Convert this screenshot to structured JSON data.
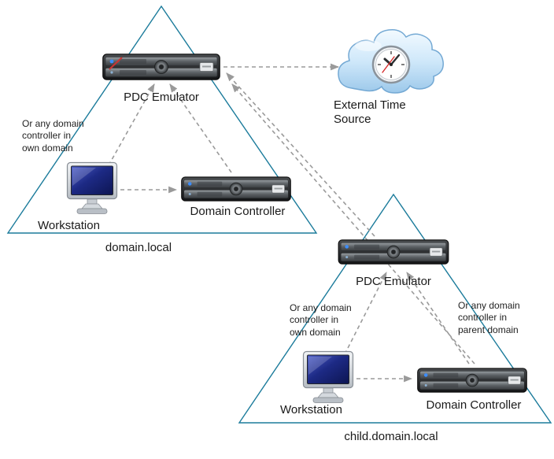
{
  "diagram": {
    "parent_domain": {
      "name": "domain.local",
      "pdc": {
        "label": "PDC Emulator"
      },
      "dc": {
        "label": "Domain Controller"
      },
      "workstation": {
        "label": "Workstation"
      },
      "note_own_domain": "Or any domain\ncontroller in\nown domain"
    },
    "child_domain": {
      "name": "child.domain.local",
      "pdc": {
        "label": "PDC Emulator"
      },
      "dc": {
        "label": "Domain Controller"
      },
      "workstation": {
        "label": "Workstation"
      },
      "note_own_domain": "Or any domain\ncontroller in\nown domain",
      "note_parent_domain": "Or any domain\ncontroller in\nparent domain"
    },
    "external_time_source": {
      "label": "External Time\nSource"
    }
  },
  "colors": {
    "triangle": "#1b7b9b",
    "arrow": "#9a9a9a",
    "text": "#1a1a1a",
    "cloud": "#a6cdec",
    "server_led": "#3b8dff",
    "screen": "#16206b",
    "clock_second_hand": "#d42a2a"
  }
}
